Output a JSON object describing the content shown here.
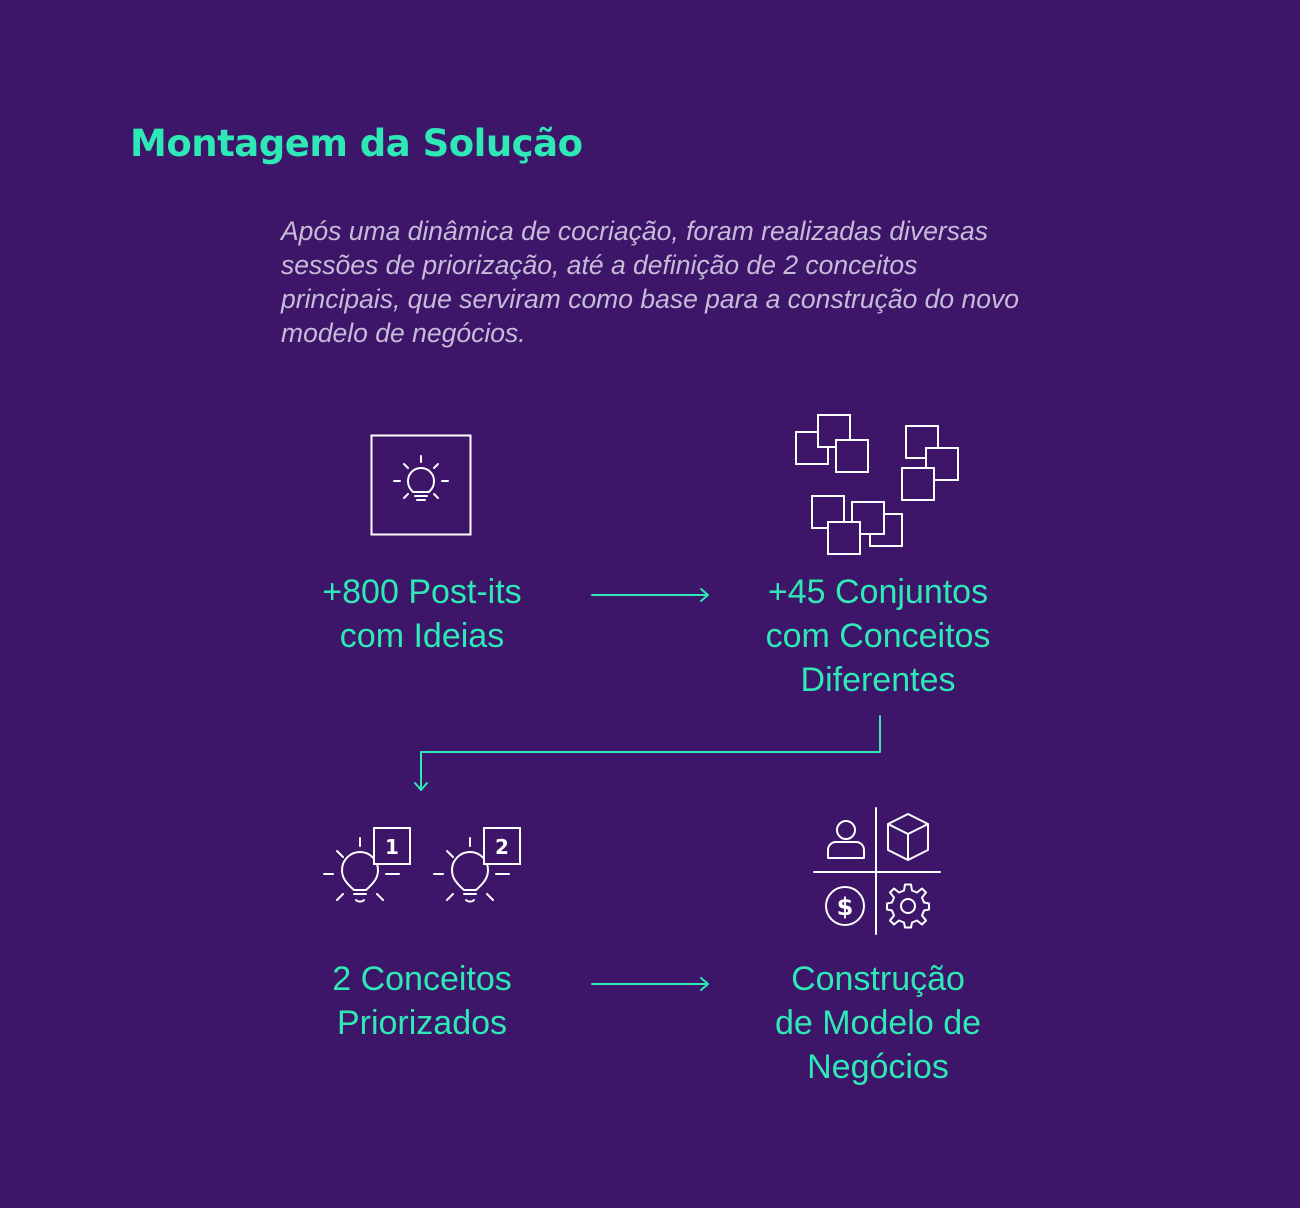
{
  "title": "Montagem da Solução",
  "intro": "Após uma dinâmica de cocriação, foram realizadas diversas sessões de priorização, até a definição de 2 conceitos principais, que serviram como base para a construção do novo modelo de negócios.",
  "steps": [
    {
      "lines": [
        "+800 Post-its",
        "com Ideias"
      ],
      "icon": "lightbulb-in-square-icon"
    },
    {
      "lines": [
        "+45 Conjuntos",
        "com Conceitos",
        "Diferentes"
      ],
      "icon": "grouped-post-its-icon"
    },
    {
      "lines": [
        "2 Conceitos",
        "Priorizados"
      ],
      "icon": "prioritized-lightbulbs-icon",
      "badges": [
        "1",
        "2"
      ]
    },
    {
      "lines": [
        "Construção",
        "de Modelo de",
        "Negócios"
      ],
      "icon": "business-model-canvas-icon",
      "currency_symbol": "$"
    }
  ],
  "colors": {
    "background": "#3d1569",
    "accent": "#2ee8b6",
    "intro_text": "#c6bbd8",
    "icon_stroke": "#ffffff"
  }
}
